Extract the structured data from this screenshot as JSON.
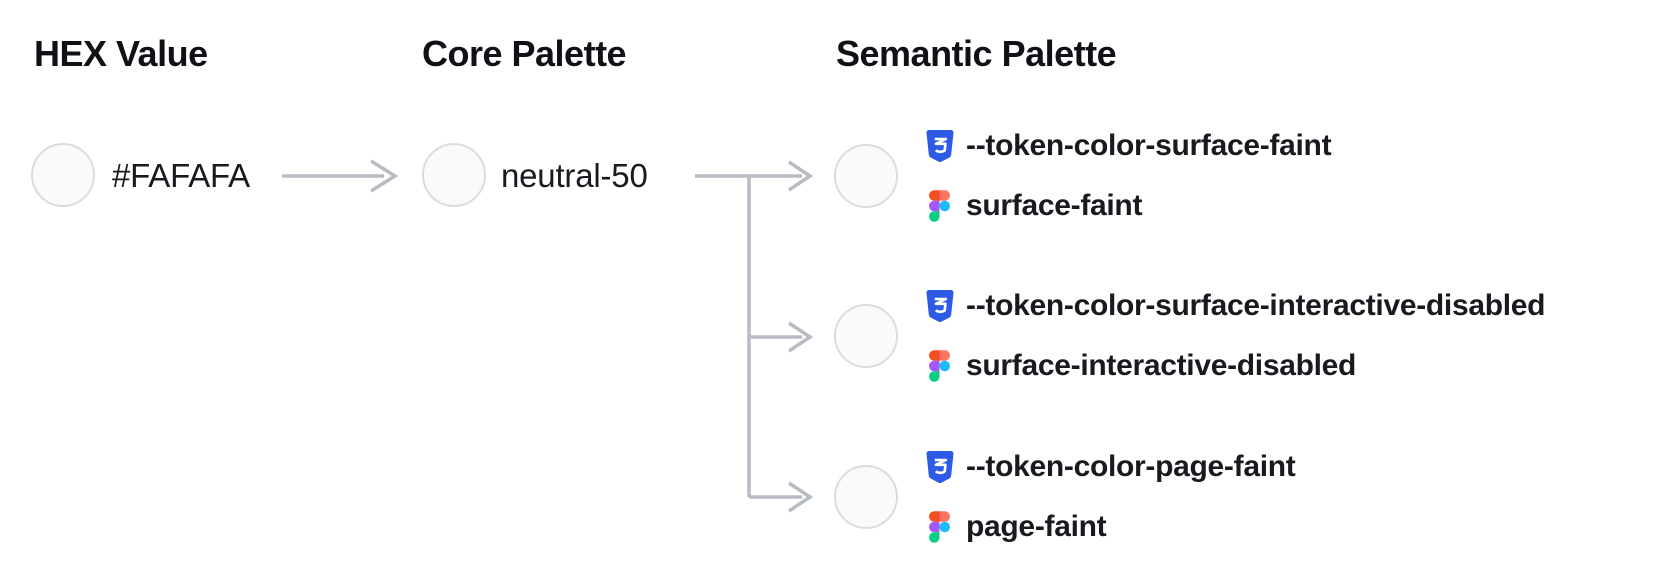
{
  "headers": {
    "hex": "HEX Value",
    "core": "Core Palette",
    "semantic": "Semantic Palette"
  },
  "hex": {
    "value": "#FAFAFA",
    "swatch_color": "#FAFAFA"
  },
  "core": {
    "name": "neutral-50",
    "swatch_color": "#FAFAFA"
  },
  "semantic": {
    "tokens": [
      {
        "css_variable": "--token-color-surface-faint",
        "figma_style": "surface-faint",
        "swatch_color": "#FAFAFA"
      },
      {
        "css_variable": "--token-color-surface-interactive-disabled",
        "figma_style": "surface-interactive-disabled",
        "swatch_color": "#FAFAFA"
      },
      {
        "css_variable": "--token-color-page-faint",
        "figma_style": "page-faint",
        "swatch_color": "#FAFAFA"
      }
    ]
  },
  "icons": {
    "css": "css3-badge-icon",
    "figma": "figma-logo-icon"
  },
  "theme": {
    "background": "#FFFFFF",
    "heading": "#101116",
    "text_primary": "#191A1F",
    "connector": "#B7BBC4",
    "swatch_fill": "#FAFAFA",
    "swatch_border": "#DADCE1",
    "css_icon_blue": "#2D5BE6",
    "figma_colors": {
      "top_left": "#F24E1E",
      "top_right": "#FF7262",
      "mid_left": "#A259FF",
      "mid_right": "#1ABCFE",
      "bottom": "#0ACF83"
    }
  }
}
